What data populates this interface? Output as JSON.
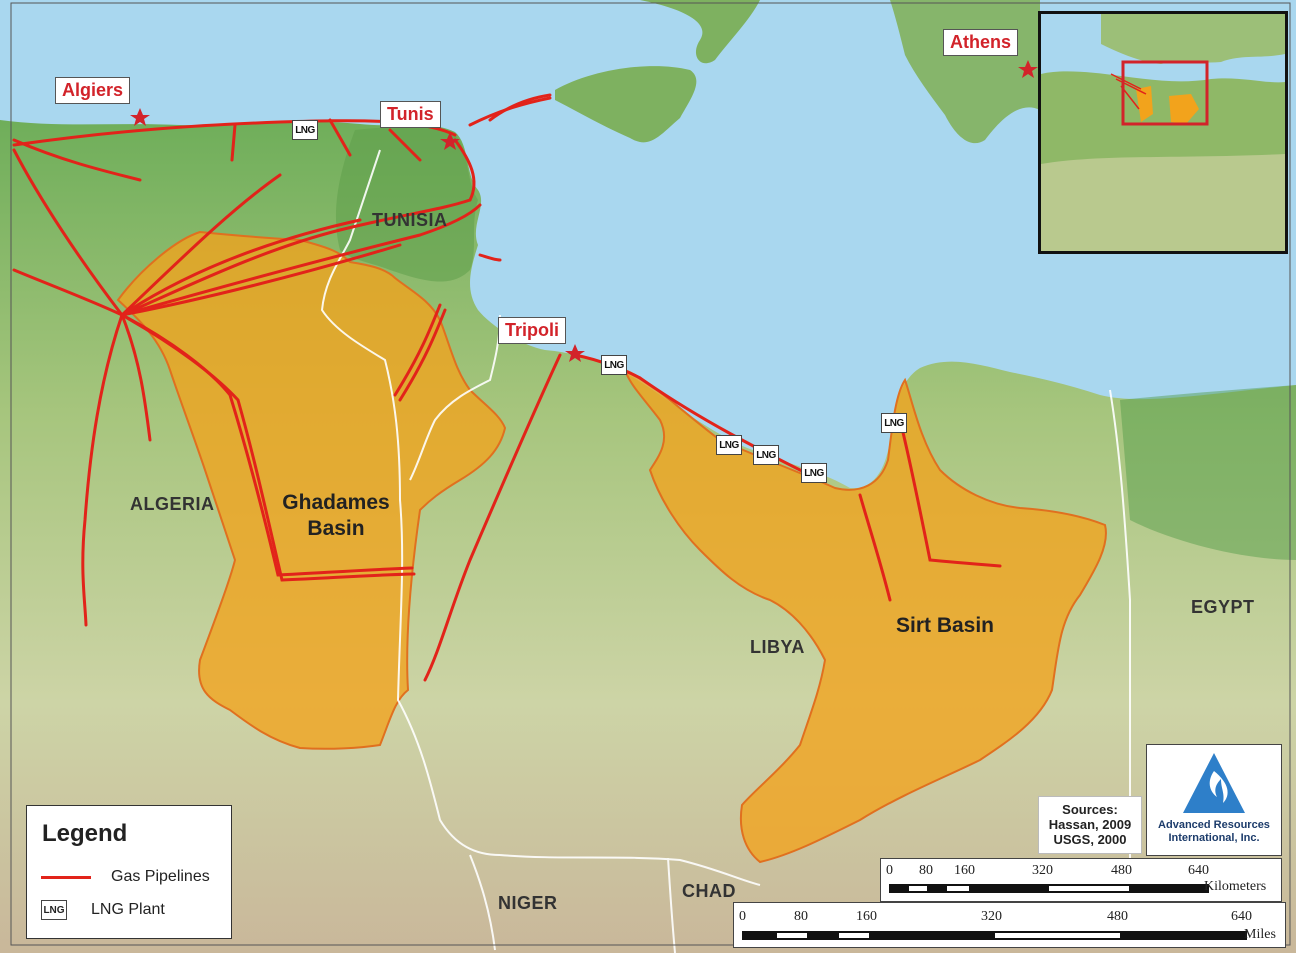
{
  "cities": {
    "algiers": "Algiers",
    "tunis": "Tunis",
    "tripoli": "Tripoli",
    "athens": "Athens"
  },
  "countries": {
    "tunisia": "TUNISIA",
    "algeria": "ALGERIA",
    "libya": "LIBYA",
    "egypt": "EGYPT",
    "niger": "NIGER",
    "chad": "CHAD"
  },
  "basins": {
    "ghadames": "Ghadames\nBasin",
    "sirt": "Sirt Basin"
  },
  "lng_label": "LNG",
  "legend": {
    "title": "Legend",
    "pipelines": "Gas Pipelines",
    "lng_plant": "LNG Plant"
  },
  "sources": {
    "title": "Sources:",
    "line1": "Hassan, 2009",
    "line2": "USGS, 2000"
  },
  "logo": {
    "name_line1": "Advanced Resources",
    "name_line2": "International, Inc."
  },
  "scale_km": {
    "ticks": [
      "0",
      "80",
      "160",
      "320",
      "480",
      "640"
    ],
    "unit": "Kilometers"
  },
  "scale_mi": {
    "ticks": [
      "0",
      "80",
      "160",
      "320",
      "480",
      "640"
    ],
    "unit": "Miles"
  },
  "colors": {
    "sea": "#a9d7ef",
    "basin_fill": "#f2a31c",
    "basin_outline": "#e0701f",
    "pipeline": "#e2231a",
    "city_text": "#d2232a"
  }
}
